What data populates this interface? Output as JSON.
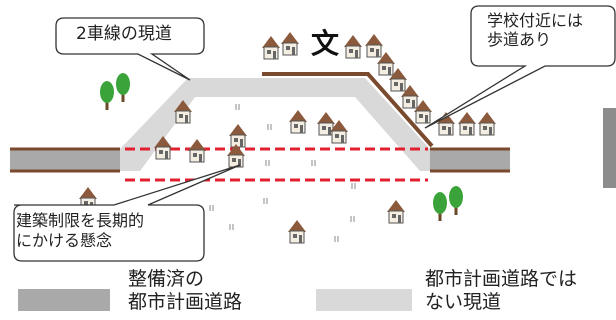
{
  "callouts": {
    "current_road": "2車線の現道",
    "school_sidewalk_line1": "学校付近には",
    "school_sidewalk_line2": "歩道あり",
    "concern_line1": "建築制限を長期的",
    "concern_line2": "にかける懸念"
  },
  "school_symbol": "文",
  "legend": {
    "developed_line1": "整備済の",
    "developed_line2": "都市計画道路",
    "non_planned_line1": "都市計画道路では",
    "non_planned_line2": "ない現道"
  },
  "colors": {
    "developed_road": "#a9a9a9",
    "existing_road": "#d9d9d9",
    "road_edge": "#7a4a2e",
    "planned_line": "#e0202e",
    "tree": "#3aa43a",
    "house_roof": "#8b5a3c"
  }
}
